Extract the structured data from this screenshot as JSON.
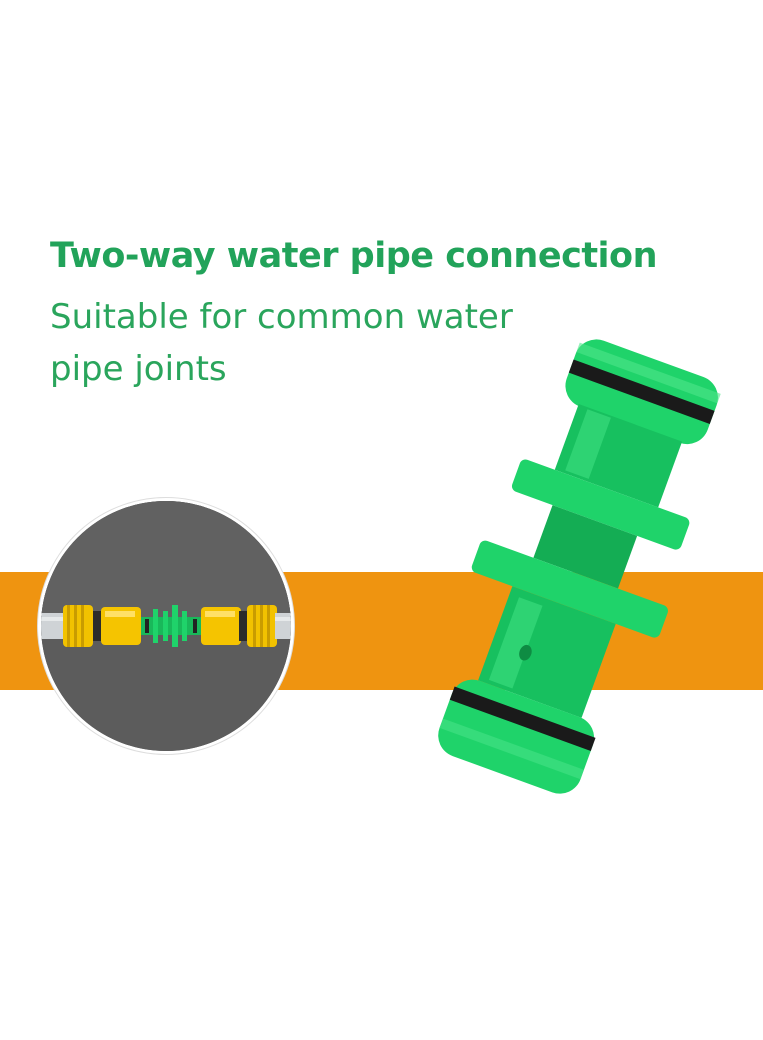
{
  "headline": "Two-way water pipe connection",
  "subline": [
    "Suitable for common water",
    "pipe joints"
  ],
  "colors": {
    "text_green": "#22a35a",
    "accent_band": "#ef9410",
    "product_green": "#1fd36a",
    "inset_background": "#5a5a5a",
    "fitting_yellow": "#f2c200"
  },
  "images": {
    "inset": "hose-assembly-with-connector",
    "main": "green-double-male-hose-connector"
  }
}
